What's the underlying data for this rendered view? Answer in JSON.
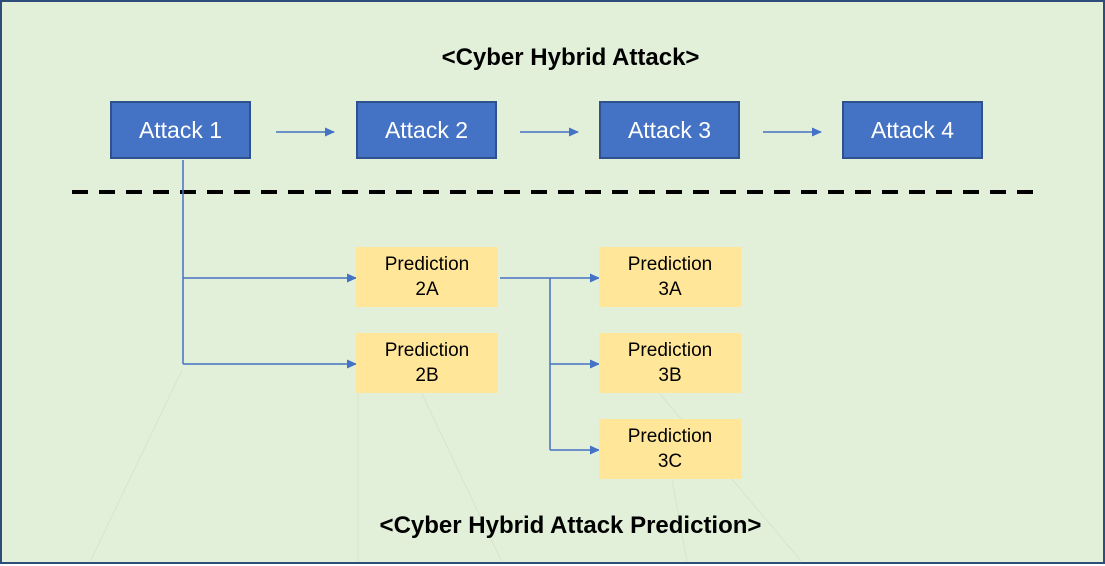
{
  "diagram": {
    "title_top": "<Cyber Hybrid Attack>",
    "title_bottom": "<Cyber Hybrid Attack Prediction>",
    "attacks": [
      {
        "label": "Attack 1"
      },
      {
        "label": "Attack 2"
      },
      {
        "label": "Attack 3"
      },
      {
        "label": "Attack 4"
      }
    ],
    "predictions": {
      "p2a": {
        "line1": "Prediction",
        "line2": "2A"
      },
      "p2b": {
        "line1": "Prediction",
        "line2": "2B"
      },
      "p3a": {
        "line1": "Prediction",
        "line2": "3A"
      },
      "p3b": {
        "line1": "Prediction",
        "line2": "3B"
      },
      "p3c": {
        "line1": "Prediction",
        "line2": "3C"
      }
    },
    "colors": {
      "background": "#e2efd9",
      "frame": "#2f4d7a",
      "attack_fill": "#4472c4",
      "attack_border": "#2f528f",
      "prediction_fill": "#ffe699",
      "connector": "#4472c4",
      "separator": "#000000"
    }
  }
}
